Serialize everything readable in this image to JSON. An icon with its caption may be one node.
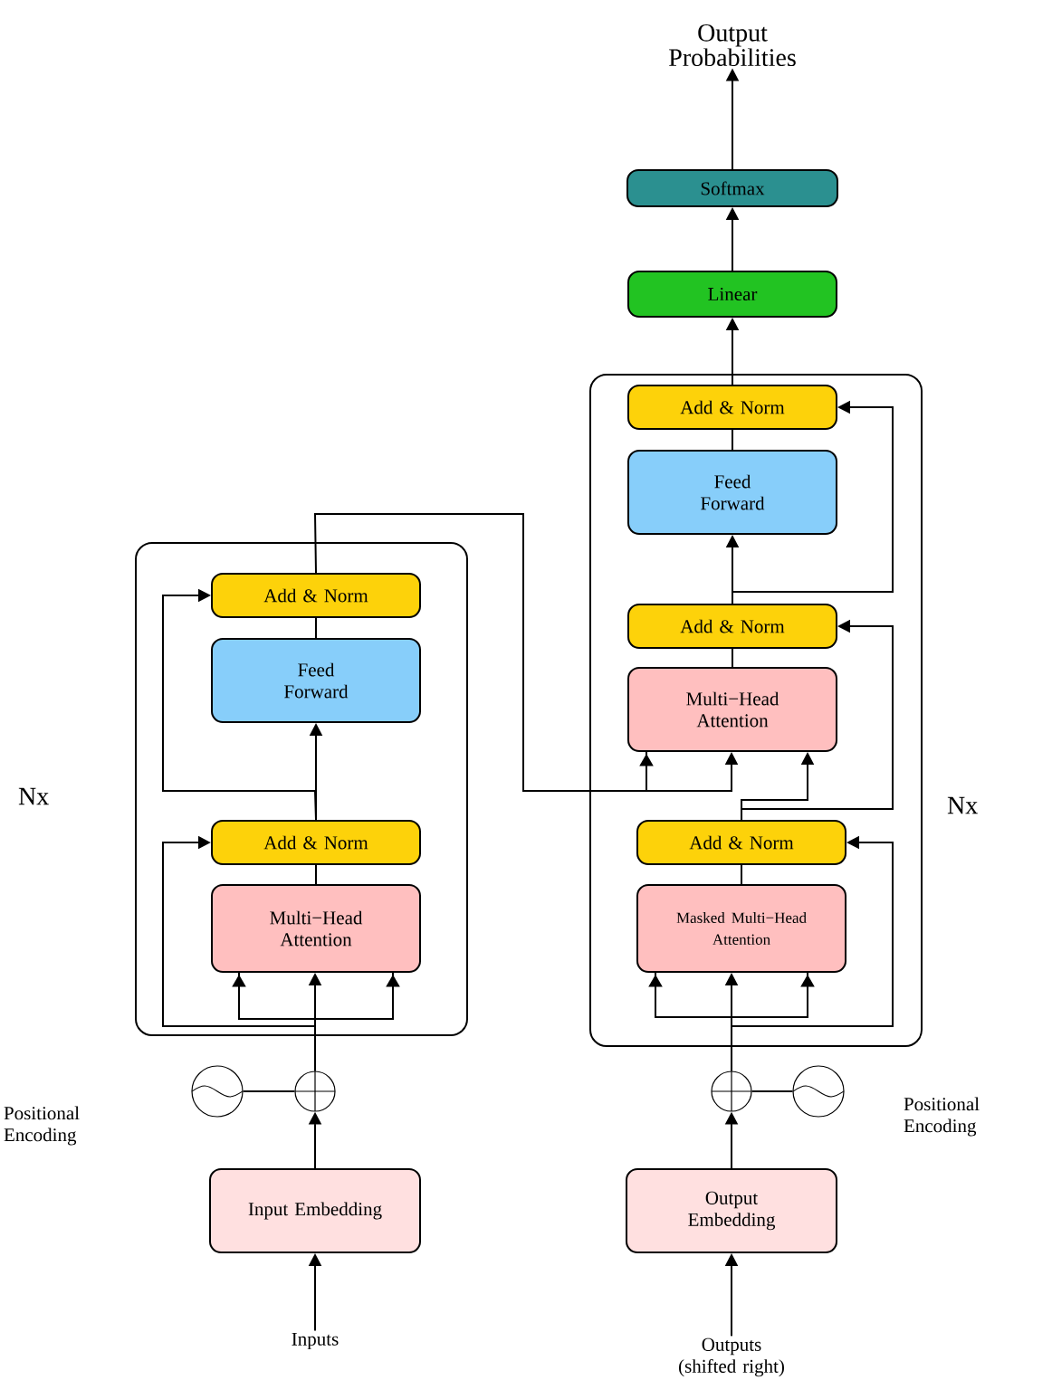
{
  "diagram": {
    "nodes": [
      {
        "text": [],
        "shape": "box",
        "beside": [
          "Nx"
        ]
      },
      {
        "text": [
          "Add & Norm"
        ],
        "in": 0
      },
      {
        "text": [
          "Feed Forward"
        ],
        "in": 0
      },
      {
        "text": [
          "Add & Norm"
        ],
        "in": 0
      },
      {
        "text": [
          "Multi−Head Attention"
        ],
        "in": 0
      },
      {
        "text": [
          "Input Embedding"
        ]
      },
      {
        "text": [
          "Inputs"
        ]
      },
      {
        "text": [],
        "shape": "circle"
      },
      {
        "text": [],
        "shape": "circle"
      },
      {
        "text": [],
        "shape": "box",
        "beside": [
          "Nx"
        ]
      },
      {
        "text": [
          "Add & Norm"
        ],
        "in": 9
      },
      {
        "text": [
          "Feed Forward"
        ],
        "in": 9
      },
      {
        "text": [
          "Add & Norm"
        ],
        "in": 9
      },
      {
        "text": [
          "Multi−Head Attention"
        ],
        "in": 9
      },
      {
        "text": [
          "Add & Norm"
        ],
        "in": 9
      },
      {
        "text": [
          "Masked Multi−Head Attention"
        ],
        "in": 9
      },
      {
        "text": [
          "Output Embedding"
        ]
      },
      {
        "text": [
          "Outputs (shifted right)"
        ]
      },
      {
        "text": [],
        "shape": "circle"
      },
      {
        "text": [],
        "shape": "circle",
        "beside": [
          "Positional Encoding"
        ]
      },
      {
        "text": [
          "Linear"
        ]
      },
      {
        "text": [
          "Softmax"
        ]
      },
      {
        "text": [
          "Output Probabilities"
        ]
      }
    ],
    "edges": [
      {
        "from": 6,
        "to": 5,
        "arrow": "to"
      },
      {
        "from": 5,
        "to": 8,
        "arrow": "to"
      },
      {
        "from": 7,
        "to": 8,
        "arrow": "none"
      },
      {
        "from": 8,
        "to": 4,
        "arrow": "to"
      },
      {
        "from": 8,
        "to": 3,
        "arrow": "to"
      },
      {
        "from": 4,
        "to": 3,
        "arrow": "none"
      },
      {
        "from": 3,
        "to": 2,
        "arrow": "to"
      },
      {
        "from": 3,
        "to": 1,
        "arrow": "to"
      },
      {
        "from": 2,
        "to": 1,
        "arrow": "none"
      },
      {
        "from": 1,
        "to": 13,
        "arrow": "to"
      },
      {
        "from": 17,
        "to": 16,
        "arrow": "to"
      },
      {
        "from": 16,
        "to": 18,
        "arrow": "to"
      },
      {
        "from": 19,
        "to": 18,
        "arrow": "none"
      },
      {
        "from": 18,
        "to": 15,
        "arrow": "to"
      },
      {
        "from": 18,
        "to": 14,
        "arrow": "to"
      },
      {
        "from": 15,
        "to": 14,
        "arrow": "none"
      },
      {
        "from": 14,
        "to": 13,
        "arrow": "to"
      },
      {
        "from": 14,
        "to": 12,
        "arrow": "to"
      },
      {
        "from": 13,
        "to": 12,
        "arrow": "none"
      },
      {
        "from": 12,
        "to": 11,
        "arrow": "to"
      },
      {
        "from": 12,
        "to": 10,
        "arrow": "to"
      },
      {
        "from": 11,
        "to": 10,
        "arrow": "none"
      },
      {
        "from": 10,
        "to": 20,
        "arrow": "to"
      },
      {
        "from": 20,
        "to": 21,
        "arrow": "to"
      },
      {
        "from": 21,
        "to": 22,
        "arrow": "to"
      }
    ],
    "labels": [
      "Positional Encoding"
    ]
  }
}
